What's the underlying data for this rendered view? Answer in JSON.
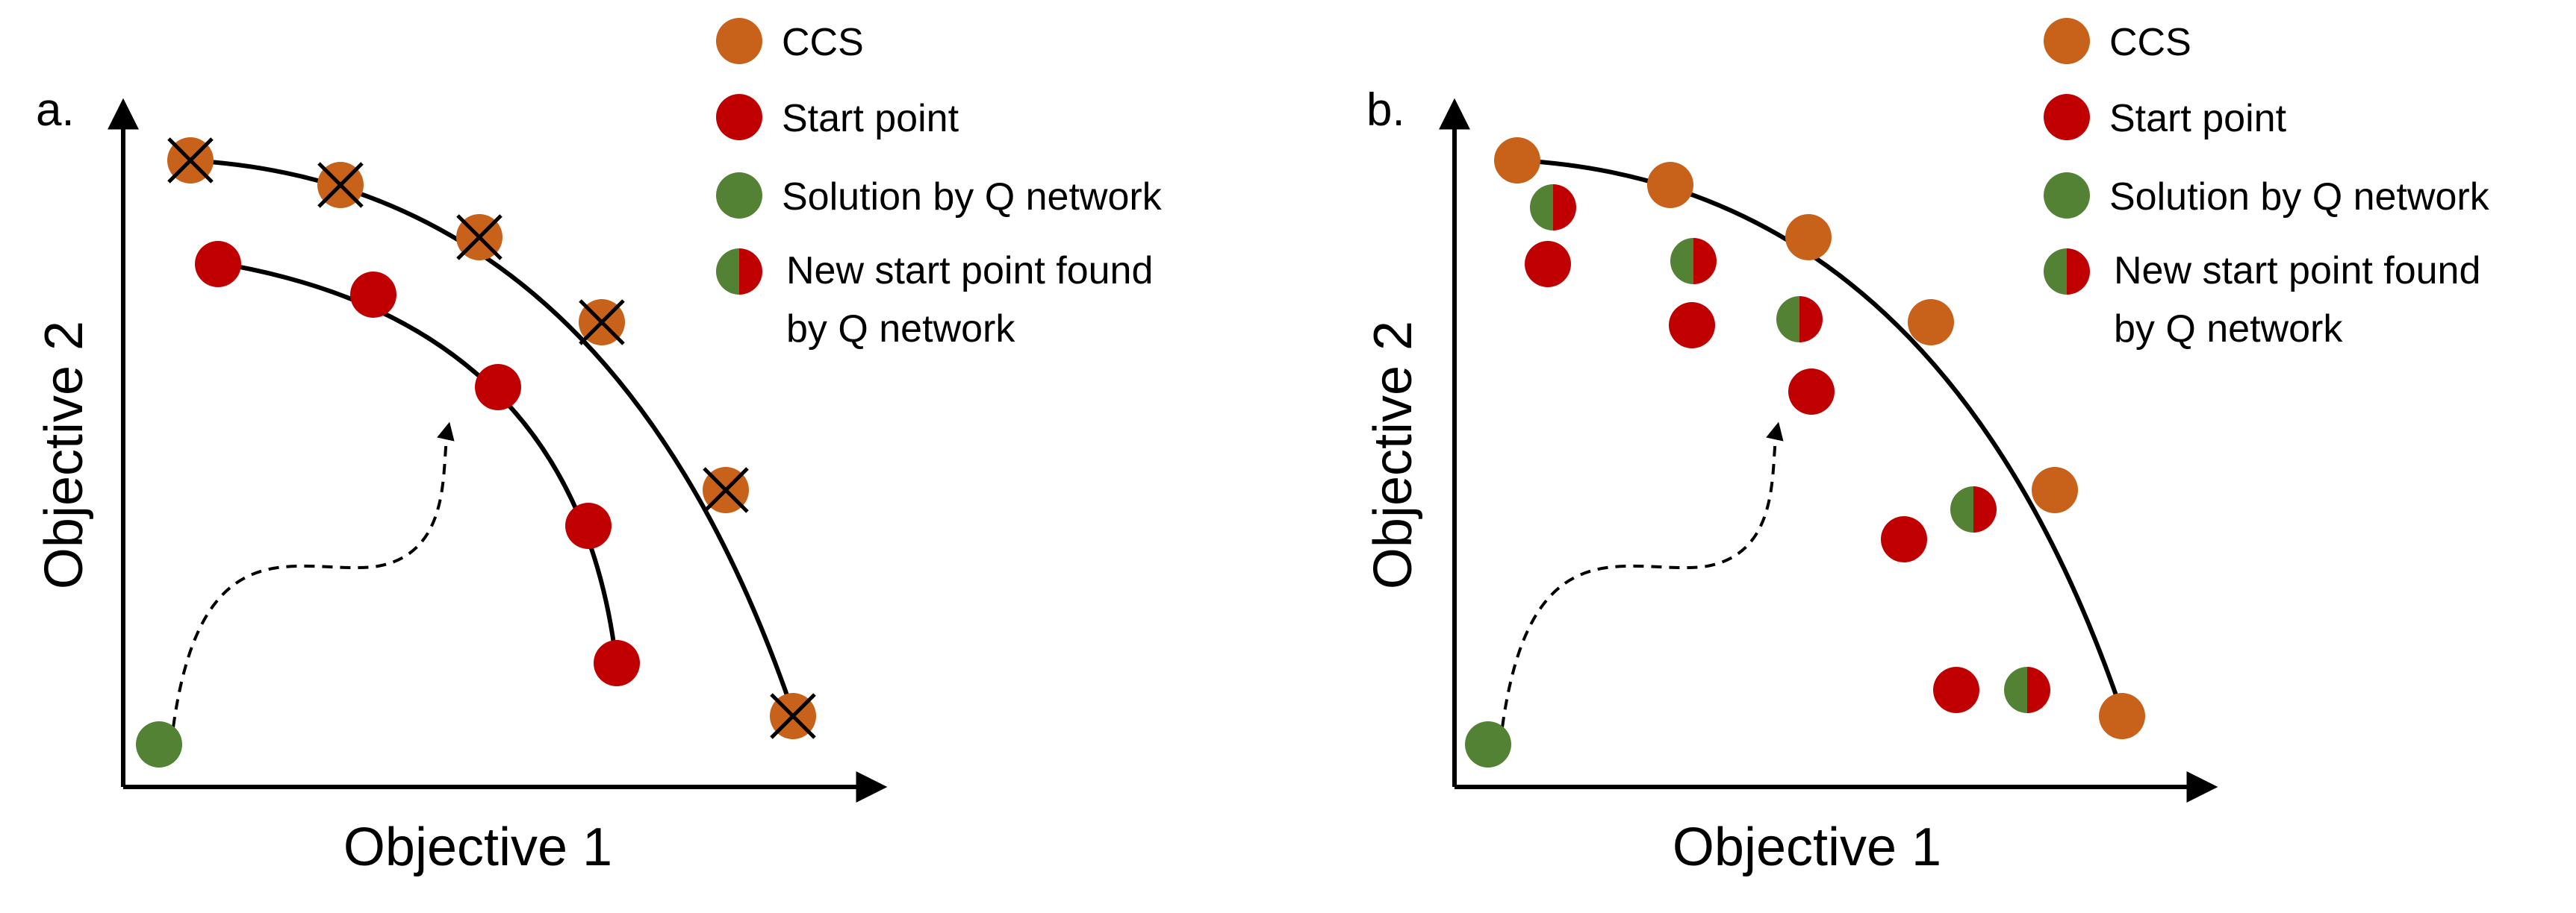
{
  "colors": {
    "ccs": "#C8611A",
    "start": "#C00000",
    "solution": "#548235"
  },
  "panels": [
    {
      "letter": "a.",
      "xlabel": "Objective 1",
      "ylabel": "Objective 2",
      "legend": {
        "ccs": "CCS",
        "start": "Start point",
        "solution": "Solution by Q network",
        "new_start_line1": "New start point found",
        "new_start_line2": "by Q network"
      }
    },
    {
      "letter": "b.",
      "xlabel": "Objective 1",
      "ylabel": "Objective 2",
      "legend": {
        "ccs": "CCS",
        "start": "Start point",
        "solution": "Solution by Q network",
        "new_start_line1": "New start point found",
        "new_start_line2": "by Q network"
      }
    }
  ]
}
